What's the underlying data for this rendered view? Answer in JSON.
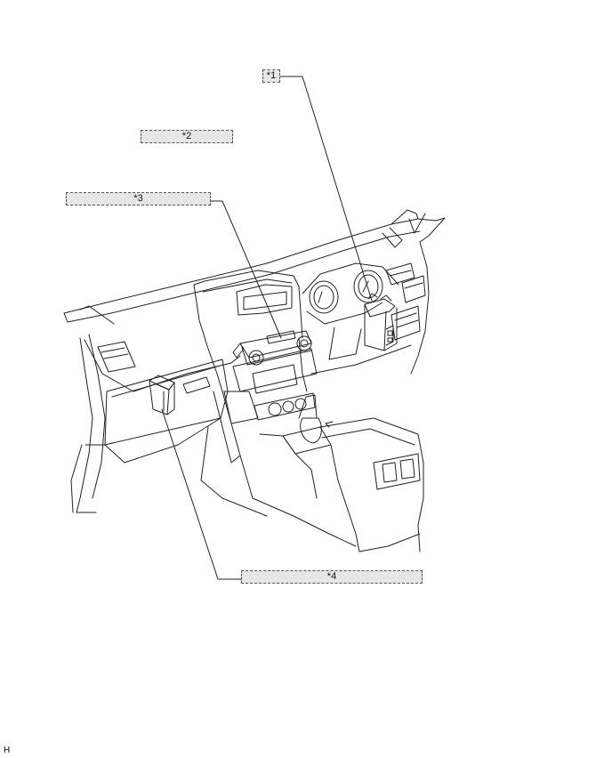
{
  "callouts": [
    {
      "id": "c1",
      "label": "*1"
    },
    {
      "id": "c2",
      "label": "*2"
    },
    {
      "id": "c3",
      "label": "*3"
    },
    {
      "id": "c4",
      "label": "*4"
    }
  ],
  "footer_mark": "H",
  "colors": {
    "line": "#222222",
    "callout_fill": "#e6e6e6",
    "callout_border": "#555555"
  }
}
